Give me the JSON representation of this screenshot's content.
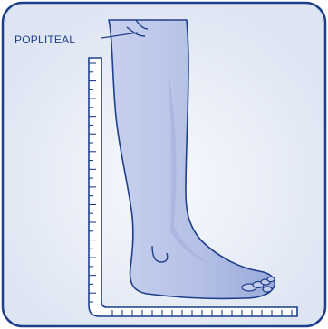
{
  "label": {
    "text": "POPLITEAL"
  },
  "colors": {
    "outline": "#1e3f8a",
    "card_background": "#e6ebf6",
    "leg_fill": "#b9c4e6",
    "leg_shadow": "#8f9fd3",
    "ruler": "#1e3f8a",
    "page_background": "#ffffff"
  },
  "ruler": {
    "vertical_ticks": 28,
    "horizontal_ticks": 19
  }
}
